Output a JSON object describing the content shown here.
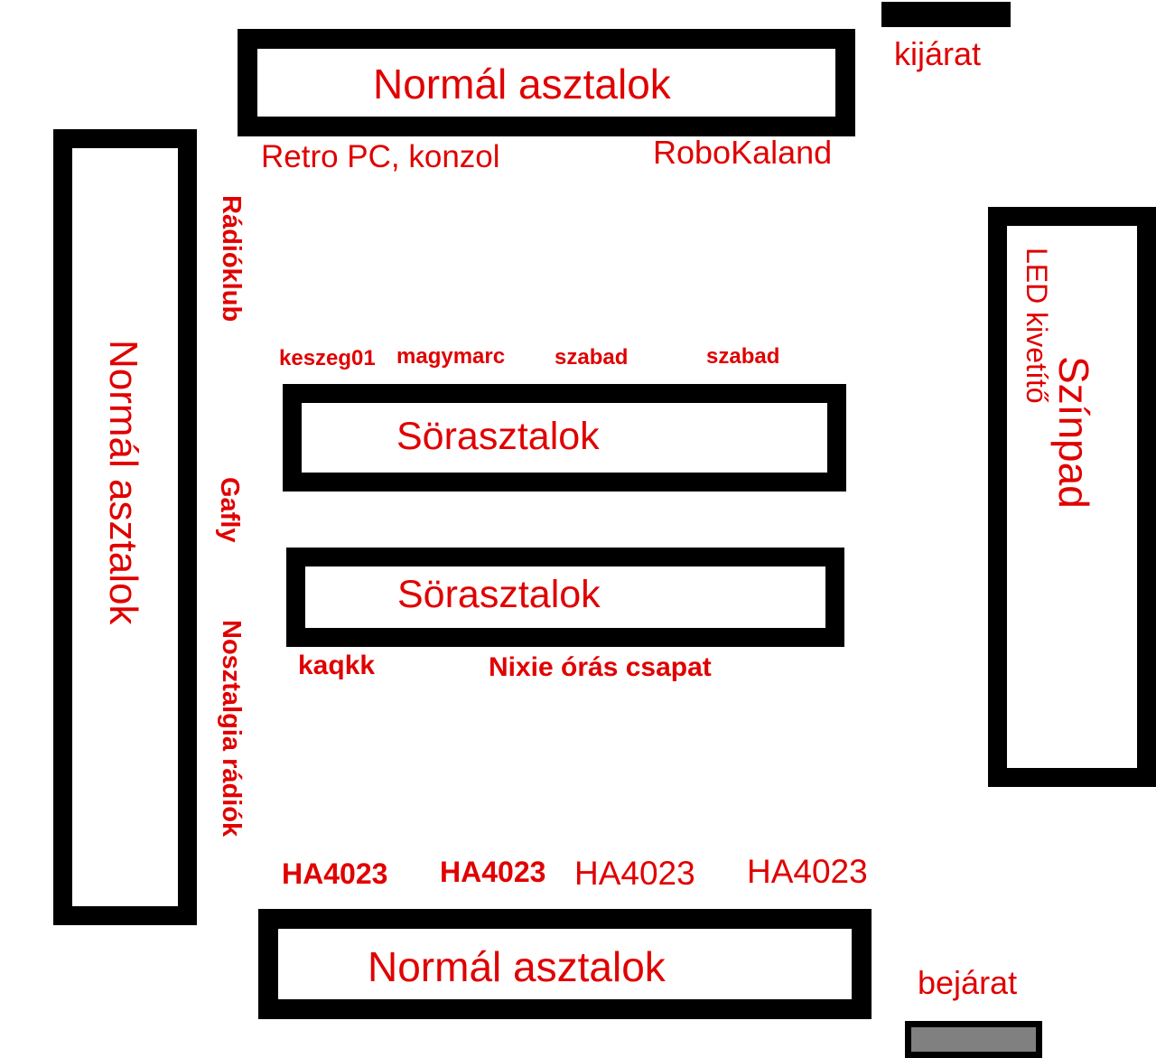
{
  "tables": {
    "top_normal": "Normál asztalok",
    "left_normal": "Normál asztalok",
    "bottom_normal": "Normál asztalok",
    "beer_upper": "Sörasztalok",
    "beer_lower": "Sörasztalok",
    "stage": "Színpad"
  },
  "doors": {
    "exit": "kijárat",
    "entrance": "bejárat"
  },
  "exhibitors": {
    "retro_pc": "Retro PC, konzol",
    "robokaland": "RoboKaland",
    "radioklub": "Rádióklub",
    "gafly": "Gafly",
    "nosztalgia": "Nosztalgia rádiók",
    "keszeg": "keszeg01",
    "magymarc": "magymarc",
    "szabad_1": "szabad",
    "szabad_2": "szabad",
    "kaqkk": "kaqkk",
    "nixie": "Nixie órás csapat",
    "ha_1": "HA4023",
    "ha_2": "HA4023",
    "ha_3": "HA4023",
    "ha_4": "HA4023",
    "led": "LED kivetítő"
  },
  "colors": {
    "label": "#e00000",
    "table_border": "#000000",
    "entrance_fill": "#808080"
  }
}
